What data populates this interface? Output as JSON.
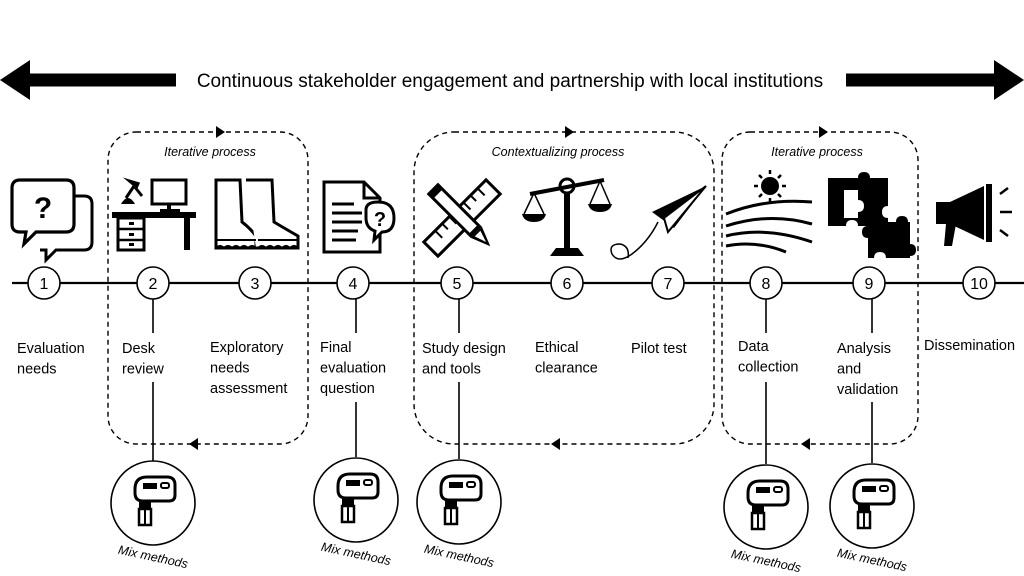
{
  "banner": {
    "text": "Continuous stakeholder engagement and partnership with local institutions"
  },
  "groups": [
    {
      "title": "Iterative process"
    },
    {
      "title": "Contextualizing process"
    },
    {
      "title": "Iterative process"
    }
  ],
  "steps": [
    {
      "number": "1",
      "label": [
        "Evaluation",
        "needs"
      ],
      "icon": "speech-bubbles-question-icon"
    },
    {
      "number": "2",
      "label": [
        "Desk",
        "review"
      ],
      "icon": "desk-computer-icon"
    },
    {
      "number": "3",
      "label": [
        "Exploratory",
        "needs",
        "assessment"
      ],
      "icon": "boots-icon"
    },
    {
      "number": "4",
      "label": [
        "Final",
        "evaluation",
        "question"
      ],
      "icon": "document-question-icon"
    },
    {
      "number": "5",
      "label": [
        "Study design",
        "and tools"
      ],
      "icon": "pencil-ruler-icon"
    },
    {
      "number": "6",
      "label": [
        "Ethical",
        "clearance"
      ],
      "icon": "scales-icon"
    },
    {
      "number": "7",
      "label": [
        "Pilot test"
      ],
      "icon": "paper-plane-icon"
    },
    {
      "number": "8",
      "label": [
        "Data",
        "collection"
      ],
      "icon": "sun-field-icon"
    },
    {
      "number": "9",
      "label": [
        "Analysis",
        "and",
        "validation"
      ],
      "icon": "puzzle-icon"
    },
    {
      "number": "10",
      "label": [
        "Dissemination"
      ],
      "icon": "megaphone-icon"
    }
  ],
  "mix": {
    "label": "Mix methods",
    "icon": "hand-mixer-icon"
  }
}
